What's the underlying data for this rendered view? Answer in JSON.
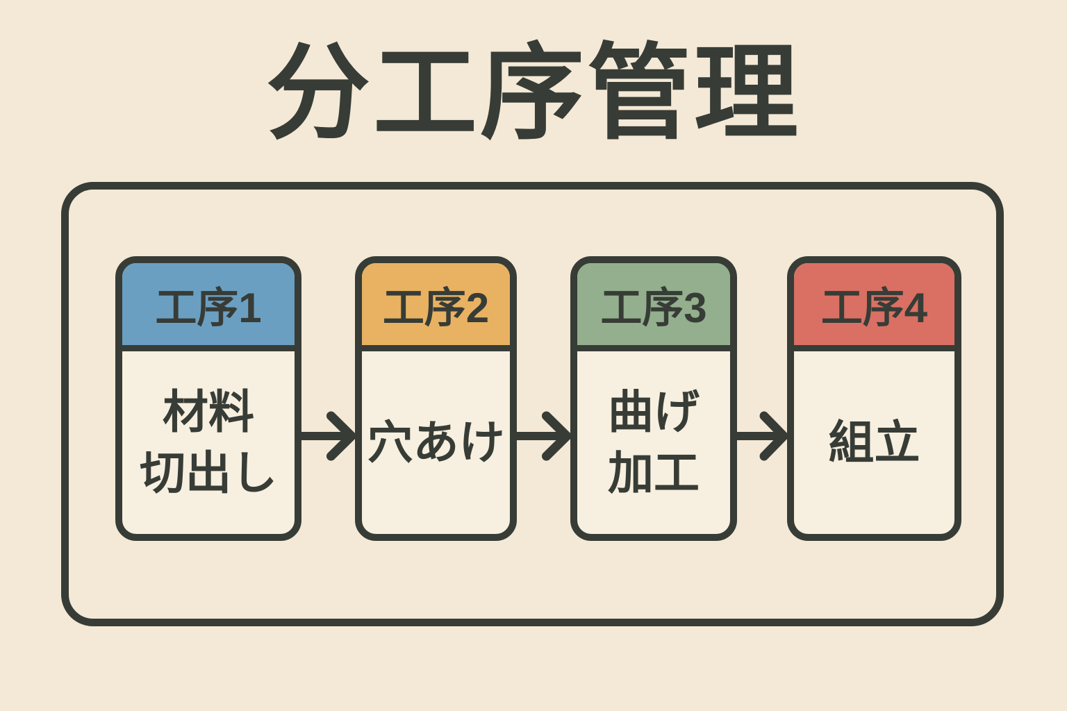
{
  "title": "分工序管理",
  "colors": {
    "background": "#F4E9D6",
    "ink": "#373C36",
    "card_body": "#F7EFDF",
    "step1_header": "#6B9FC2",
    "step2_header": "#E8B262",
    "step3_header": "#93AF8D",
    "step4_header": "#D97063"
  },
  "steps": [
    {
      "header": "工序1",
      "body": "材料\n切出し",
      "color": "#6B9FC2"
    },
    {
      "header": "工序2",
      "body": "穴あけ",
      "color": "#E8B262"
    },
    {
      "header": "工序3",
      "body": "曲げ\n加工",
      "color": "#93AF8D"
    },
    {
      "header": "工序4",
      "body": "組立",
      "color": "#D97063"
    }
  ]
}
